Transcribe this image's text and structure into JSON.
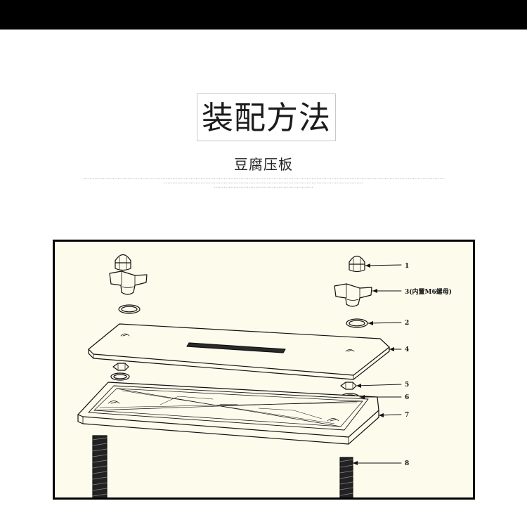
{
  "header": {
    "title": "装配方法",
    "subtitle": "豆腐压板"
  },
  "diagram": {
    "callouts": [
      {
        "id": "1",
        "label": "1"
      },
      {
        "id": "2",
        "label": "2"
      },
      {
        "id": "3",
        "label": "3(内置M6螺母)"
      },
      {
        "id": "4",
        "label": "4"
      },
      {
        "id": "5",
        "label": "5"
      },
      {
        "id": "6",
        "label": "6"
      },
      {
        "id": "7",
        "label": "7"
      },
      {
        "id": "8",
        "label": "8"
      }
    ]
  },
  "colors": {
    "background": "#ffffff",
    "top_bar": "#000000",
    "drawing_background": "#fdfbec",
    "line": "#111111"
  }
}
